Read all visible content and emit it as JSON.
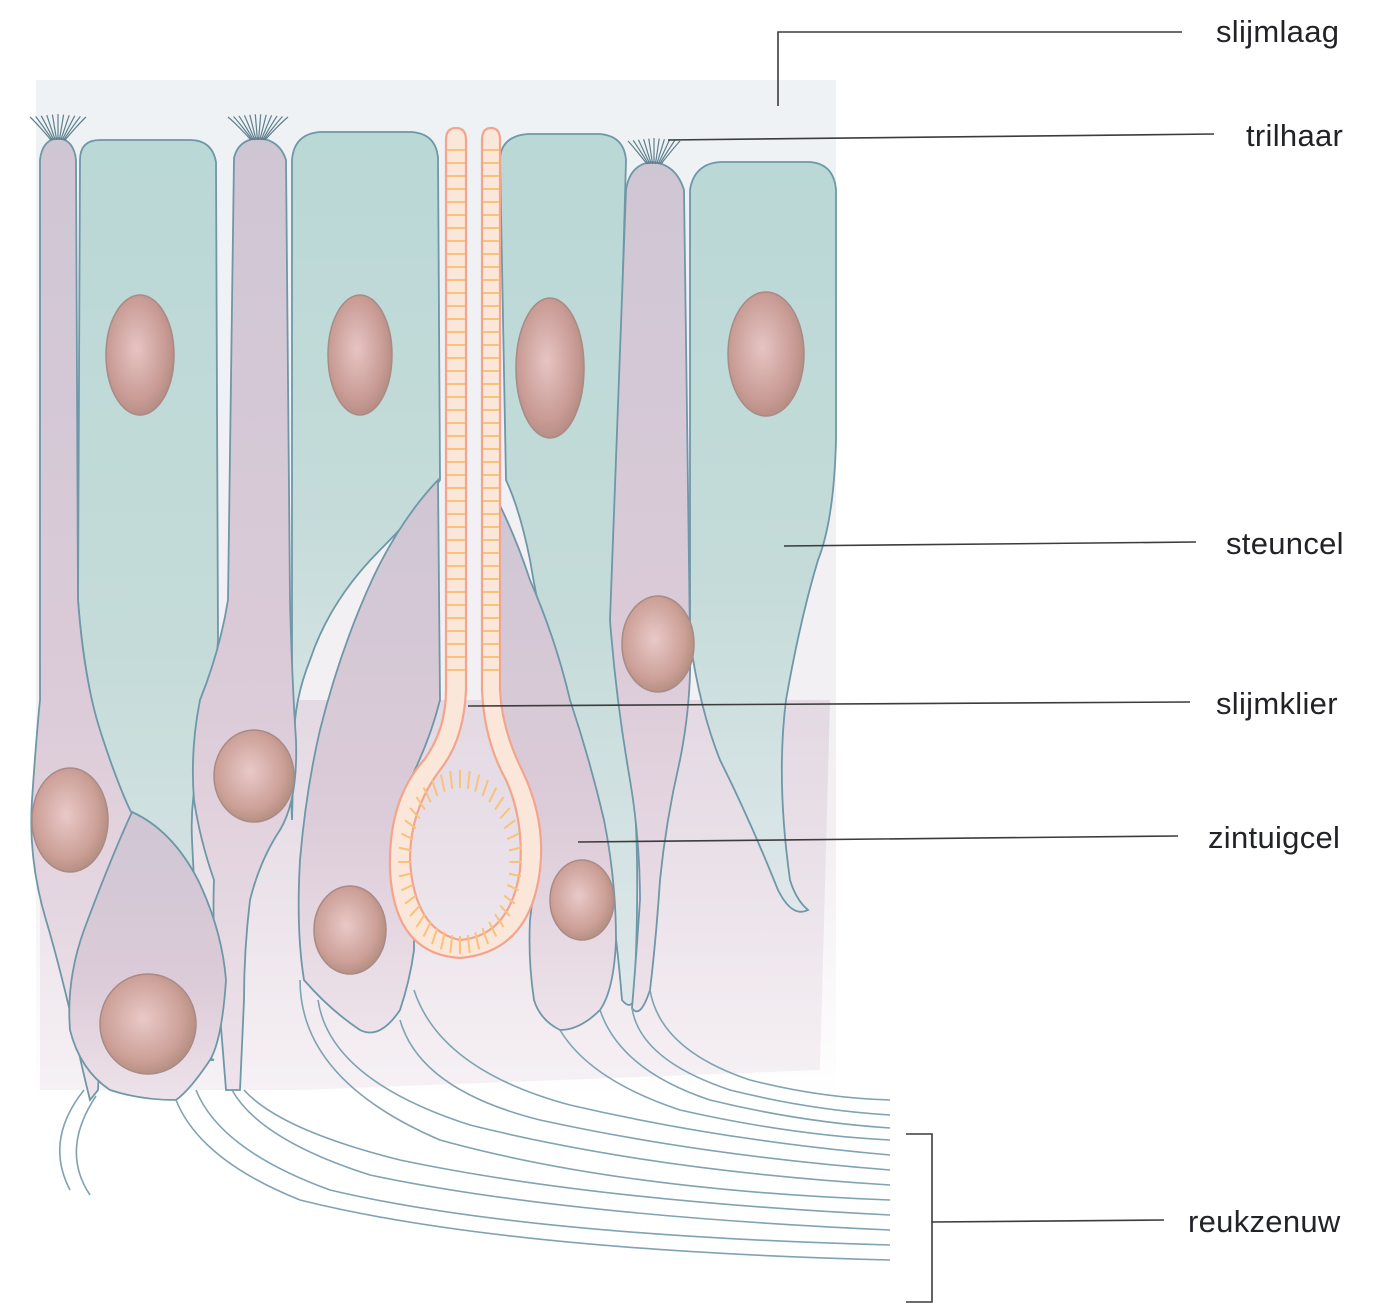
{
  "diagram": {
    "labels": {
      "mucus_layer": "slijmlaag",
      "cilia": "trilhaar",
      "supporting_cell": "steuncel",
      "mucous_gland": "slijmklier",
      "sensory_cell": "zintuigcel",
      "olfactory_nerve": "reukzenuw"
    },
    "colors": {
      "supporting_cell_fill": "#bcd9d7",
      "sensory_cell_fill": "#d8c8d6",
      "nucleus_fill": "#c79a92",
      "gland_outline": "#f2a58c",
      "gland_stripes": "#f8c27a",
      "outline": "#6e97a8",
      "mucus_background": "#eef2f4"
    }
  }
}
